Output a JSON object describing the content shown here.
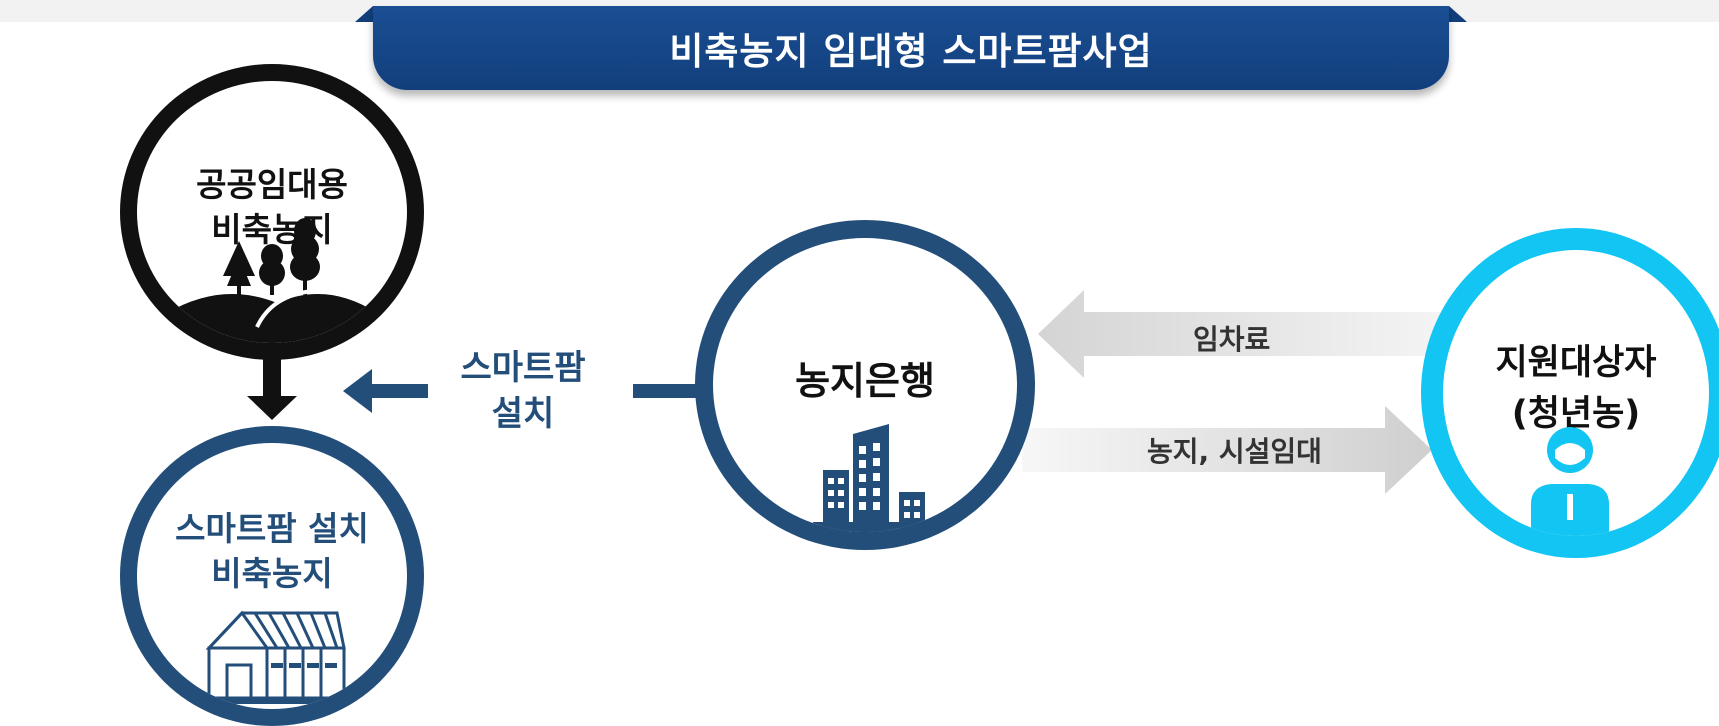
{
  "title": "비축농지 임대형 스마트팜사업",
  "nodes": {
    "public_land": {
      "line1": "공공임대용",
      "line2": "비축농지"
    },
    "smartfarm_land": {
      "line1": "스마트팜 설치",
      "line2": "비축농지"
    },
    "farmland_bank": {
      "label": "농지은행"
    },
    "farmer": {
      "line1": "지원대상자",
      "line2": "(청년농)"
    }
  },
  "edges": {
    "install": {
      "line1": "스마트팜",
      "line2": "설치"
    },
    "rent": "임차료",
    "lease": "농지, 시설임대"
  },
  "colors": {
    "banner": "#123f7c",
    "navy": "#234e7a",
    "black": "#111111",
    "cyan": "#12c5f2",
    "arrow_gray": "#dedede"
  },
  "icons": {
    "public_land": "trees-on-hills-icon",
    "smartfarm_land": "greenhouse-icon",
    "farmland_bank": "office-building-icon",
    "farmer": "person-icon"
  }
}
